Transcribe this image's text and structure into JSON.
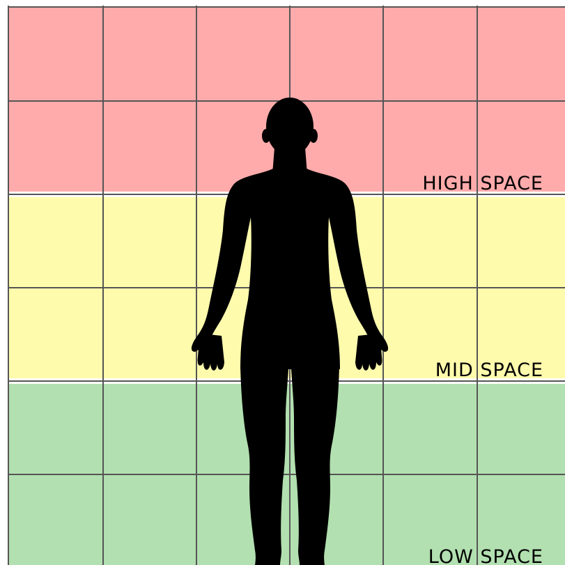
{
  "zones": [
    {
      "label": "HIGH SPACE",
      "color": "#ffabab"
    },
    {
      "label": "MID SPACE",
      "color": "#fffbad"
    },
    {
      "label": "LOW SPACE",
      "color": "#b2e0b0"
    }
  ],
  "grid_color": "#555555",
  "figure_color": "#000000",
  "figure_icon": "human-figure-silhouette-icon"
}
